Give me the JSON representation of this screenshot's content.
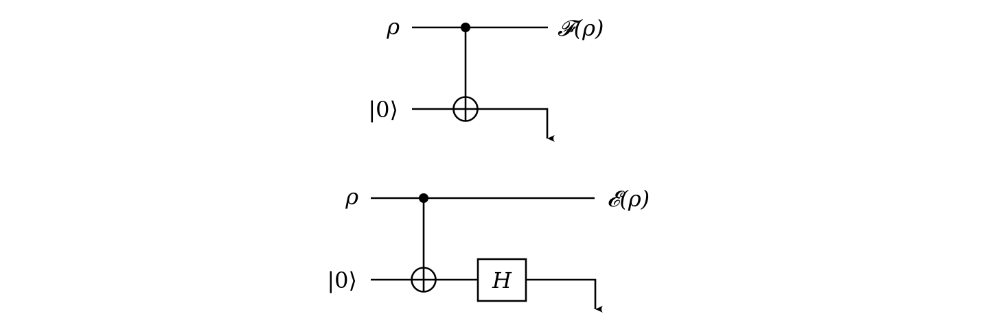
{
  "circuits": [
    {
      "top_wire": {
        "input_label": "ρ",
        "output_label": "𝓕(ρ)"
      },
      "bottom_wire": {
        "input_label": "|0⟩"
      }
    },
    {
      "top_wire": {
        "input_label": "ρ",
        "output_label": "𝓔(ρ)"
      },
      "bottom_wire": {
        "input_label": "|0⟩",
        "gate_label": "H"
      }
    }
  ],
  "colors": {
    "ink": "#000000",
    "background": "#ffffff"
  }
}
